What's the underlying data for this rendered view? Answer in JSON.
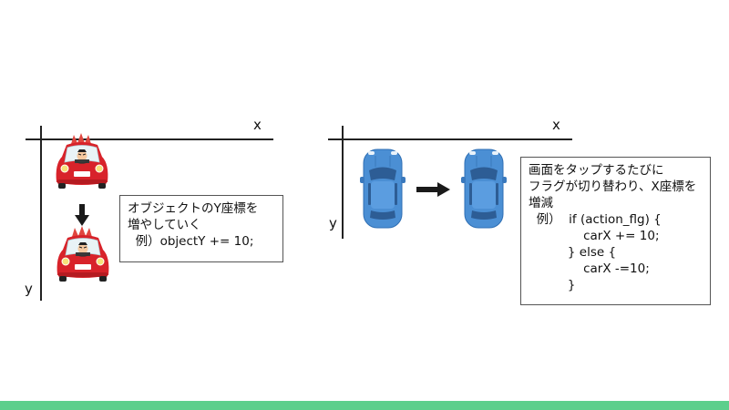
{
  "colors": {
    "axis": "#222222",
    "arrow": "#1a1a1a",
    "red_car_body": "#d8232a",
    "blue_car_body": "#4b8fd4",
    "bottom_bar": "#5ccf8c"
  },
  "left_panel": {
    "x_axis_label": "x",
    "y_axis_label": "y",
    "icons": [
      "red-car-front-icon",
      "down-arrow-icon",
      "red-car-front-icon"
    ],
    "note": {
      "lines": [
        "オブジェクトのY座標を",
        "増やしていく",
        "  例）objectY += 10;"
      ]
    }
  },
  "right_panel": {
    "x_axis_label": "x",
    "y_axis_label": "y",
    "icons": [
      "blue-car-top-icon",
      "right-arrow-icon",
      "blue-car-top-icon"
    ],
    "note": {
      "lines": [
        "画面をタップするたびに",
        "フラグが切り替わり、X座標を",
        "増減",
        "  例）  if (action_flg) {",
        "              carX += 10;",
        "          } else {",
        "              carX -=10;",
        "          }"
      ]
    }
  }
}
